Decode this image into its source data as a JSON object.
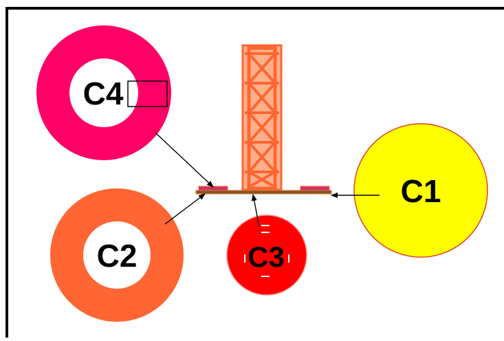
{
  "labels": {
    "c1": "C1",
    "c2": "C2",
    "c3": "C3",
    "c4": "C4"
  },
  "colors": {
    "frame": "#000000",
    "c1_fill": "#ffff00",
    "c1_stroke": "#e04030",
    "c2_ring": "#ff6633",
    "c3_fill": "#ff0000",
    "c4_ring": "#ff0066",
    "tower": "#ff6633",
    "tower_inner": "#ffb08a",
    "baseplate": "#7a5a20",
    "pad": "#cc3366",
    "arrow": "#000000"
  }
}
